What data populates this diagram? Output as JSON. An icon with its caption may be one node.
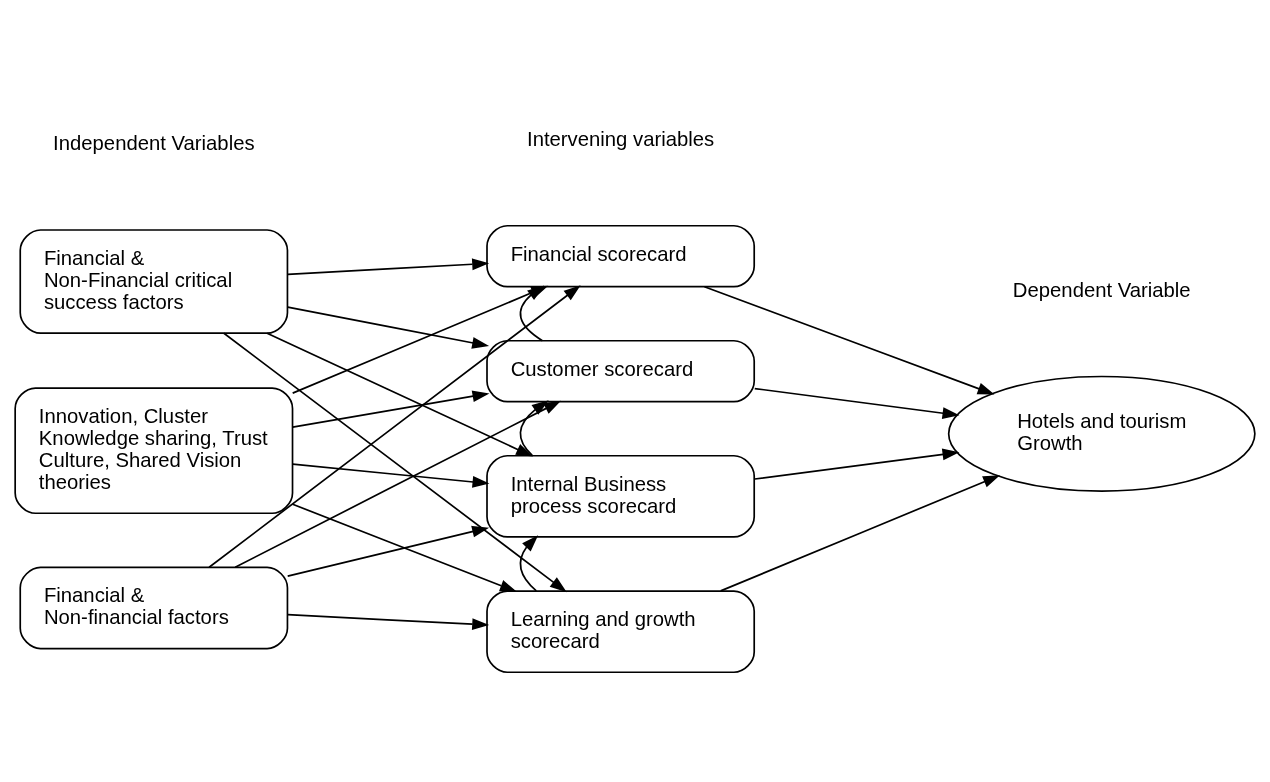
{
  "diagram": {
    "nodes": [
      {
        "text": [
          "Financial & Non-Financial critical success factors"
        ]
      },
      {
        "text": [
          "Innovation, Cluster Knowledge sharing, Trust Culture, Shared Vision theories"
        ]
      },
      {
        "text": [
          "Financial & Non-financial factors"
        ]
      },
      {
        "text": [
          "Financial scorecard"
        ]
      },
      {
        "text": [
          "Customer scorecard"
        ]
      },
      {
        "text": [
          "Internal Business process scorecard"
        ]
      },
      {
        "text": [
          "Learning and growth scorecard"
        ]
      },
      {
        "text": [
          "Hotels and tourism Growth"
        ]
      }
    ],
    "edges": [
      {
        "from": 0,
        "to": 3,
        "arrow": "to"
      },
      {
        "from": 0,
        "to": 4,
        "arrow": "to"
      },
      {
        "from": 0,
        "to": 5,
        "arrow": "to"
      },
      {
        "from": 0,
        "to": 6,
        "arrow": "to"
      },
      {
        "from": 1,
        "to": 3,
        "arrow": "to"
      },
      {
        "from": 1,
        "to": 4,
        "arrow": "to"
      },
      {
        "from": 1,
        "to": 5,
        "arrow": "to"
      },
      {
        "from": 1,
        "to": 6,
        "arrow": "to"
      },
      {
        "from": 2,
        "to": 3,
        "arrow": "to"
      },
      {
        "from": 2,
        "to": 4,
        "arrow": "to"
      },
      {
        "from": 2,
        "to": 5,
        "arrow": "to"
      },
      {
        "from": 2,
        "to": 6,
        "arrow": "to"
      },
      {
        "from": 6,
        "to": 5,
        "arrow": "to"
      },
      {
        "from": 5,
        "to": 4,
        "arrow": "to"
      },
      {
        "from": 4,
        "to": 3,
        "arrow": "to"
      },
      {
        "from": 3,
        "to": 7,
        "arrow": "to"
      },
      {
        "from": 4,
        "to": 7,
        "arrow": "to"
      },
      {
        "from": 5,
        "to": 7,
        "arrow": "to"
      },
      {
        "from": 6,
        "to": 7,
        "arrow": "to"
      }
    ],
    "labels": [
      "Independent Variables",
      "Intervening variables",
      "Dependent Variable"
    ]
  }
}
